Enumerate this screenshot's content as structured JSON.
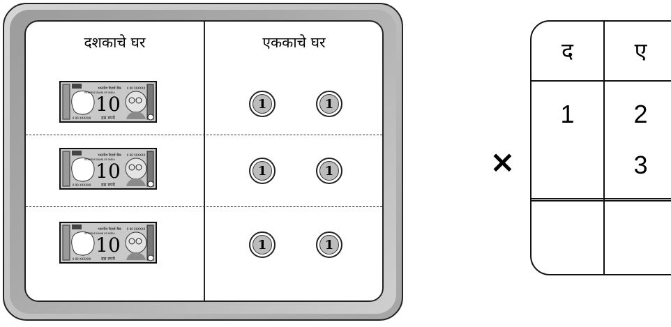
{
  "place_value_board": {
    "tens_header": "दशकाचे घर",
    "ones_header": "एककाचे घर",
    "rows": [
      {
        "note": {
          "bank": "भारतीय रिज़र्व बैंक",
          "bank_en": "RESERVE BANK OF INDIA",
          "value": "10",
          "words": "दस रुपये",
          "serial": "X 00 XXXXXX"
        },
        "coins": [
          "1",
          "1"
        ]
      },
      {
        "note": {
          "bank": "भारतीय रिज़र्व बैंक",
          "bank_en": "RESERVE BANK OF INDIA",
          "value": "10",
          "words": "दस रुपये",
          "serial": "X 00 XXXXXX"
        },
        "coins": [
          "1",
          "1"
        ]
      },
      {
        "note": {
          "bank": "भारतीय रिज़र्व बैंक",
          "bank_en": "RESERVE BANK OF INDIA",
          "value": "10",
          "words": "दस रुपये",
          "serial": "X 00 XXXXXX"
        },
        "coins": [
          "1",
          "1"
        ]
      }
    ]
  },
  "multiplication_table": {
    "operator": "×",
    "headers": [
      "द",
      "ए"
    ],
    "multiplicand": [
      "1",
      "2"
    ],
    "multiplier": [
      "",
      "3"
    ],
    "result": [
      "",
      ""
    ]
  }
}
